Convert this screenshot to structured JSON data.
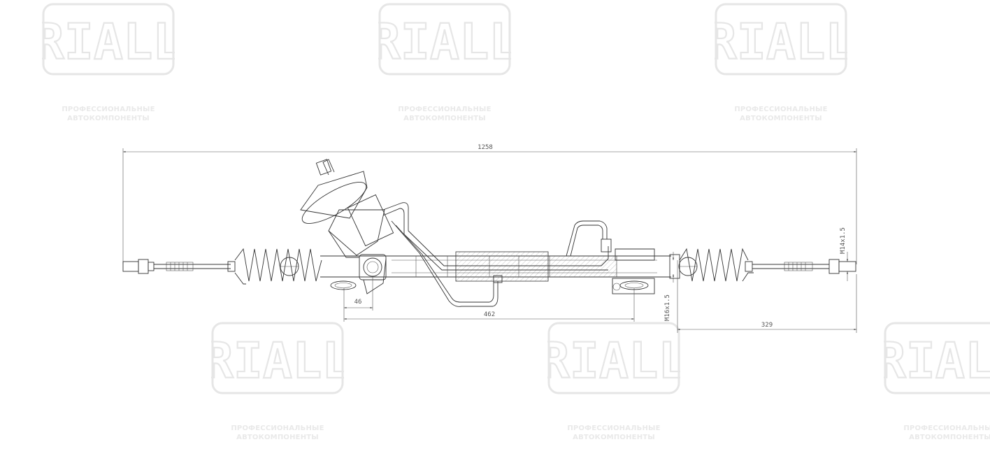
{
  "watermark": {
    "brand": "TRIALLI",
    "tagline_line1": "ПРОФЕССИОНАЛЬНЫЕ",
    "tagline_line2": "АВТОКОМПОНЕНТЫ",
    "color": "#e6e6e6"
  },
  "dimensions": {
    "overall_length": "1258",
    "pinion_offset": "46",
    "mount_spacing": "462",
    "tie_rod_length": "329",
    "thread_right": "M14x1.5",
    "thread_inner": "M16x1.5"
  },
  "colors": {
    "line": "#333333",
    "dimension": "#555555"
  }
}
